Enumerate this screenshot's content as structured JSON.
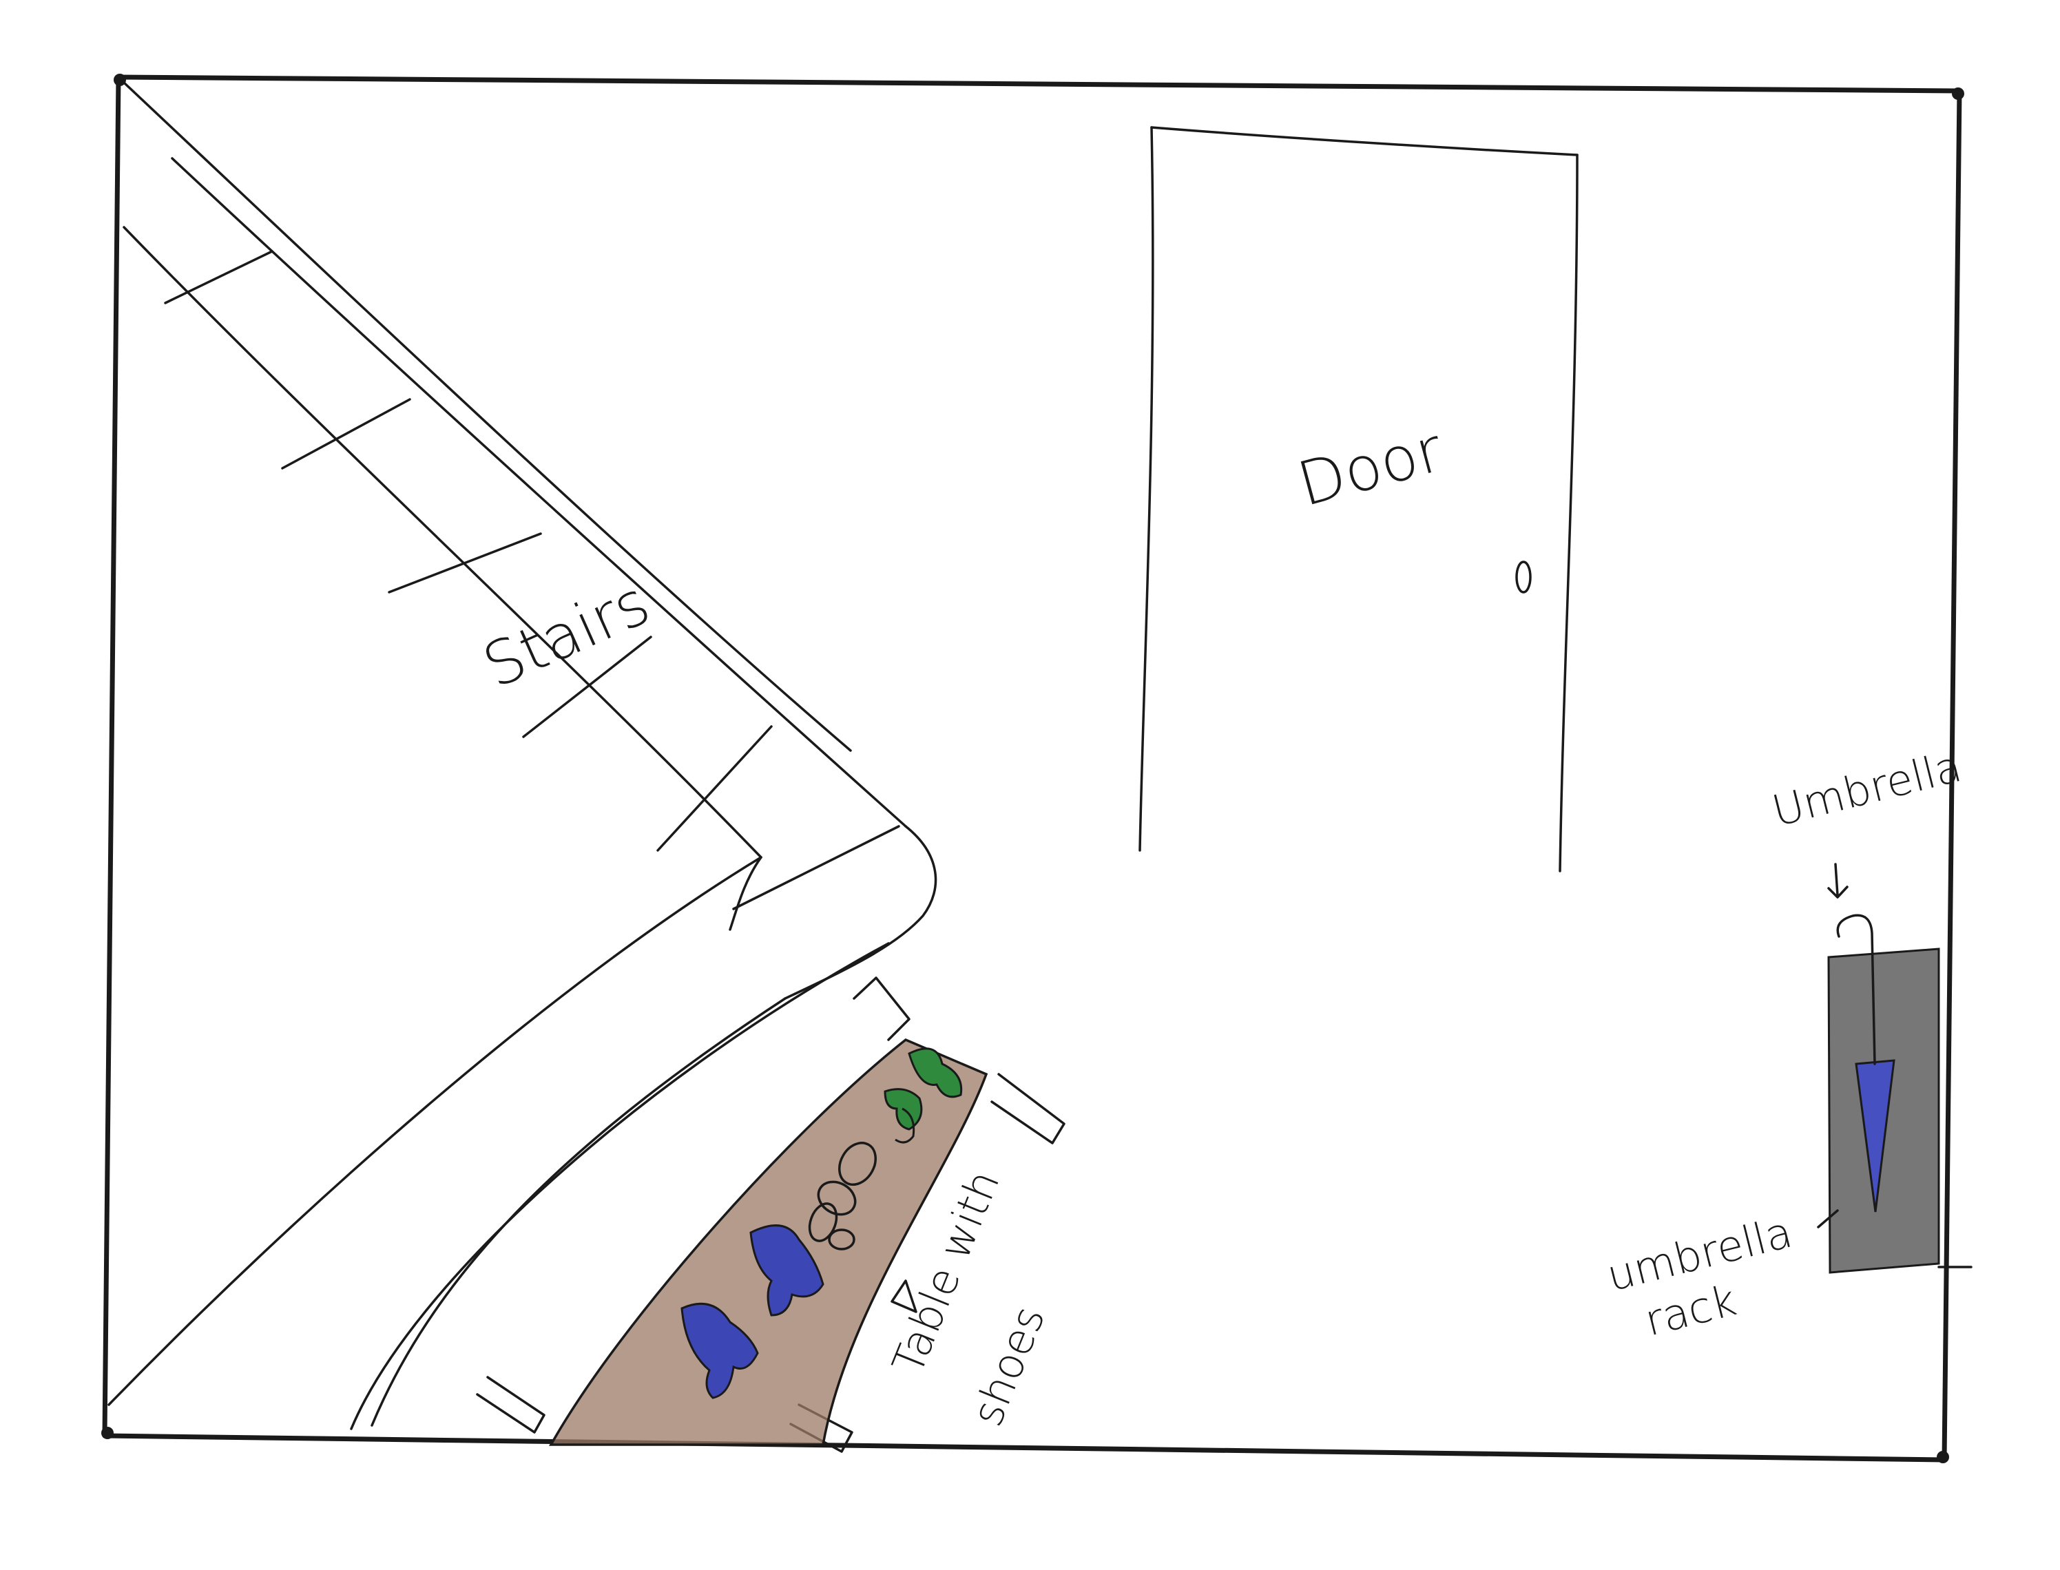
{
  "labels": {
    "stairs": "Stairs",
    "door": "Door",
    "umbrella": "Umbrella",
    "umbrella_rack_line1": "umbrella",
    "umbrella_rack_line2": "rack",
    "table_line1": "Table with",
    "table_line2": "shoes"
  },
  "colors": {
    "ink": "#1a1a1a",
    "table_wood": "#9c7a66",
    "shoe_green": "#2f8a3e",
    "shoe_blue": "#3c46b4",
    "rack_gray": "#555555",
    "umbrella_blue": "#4650c0"
  }
}
